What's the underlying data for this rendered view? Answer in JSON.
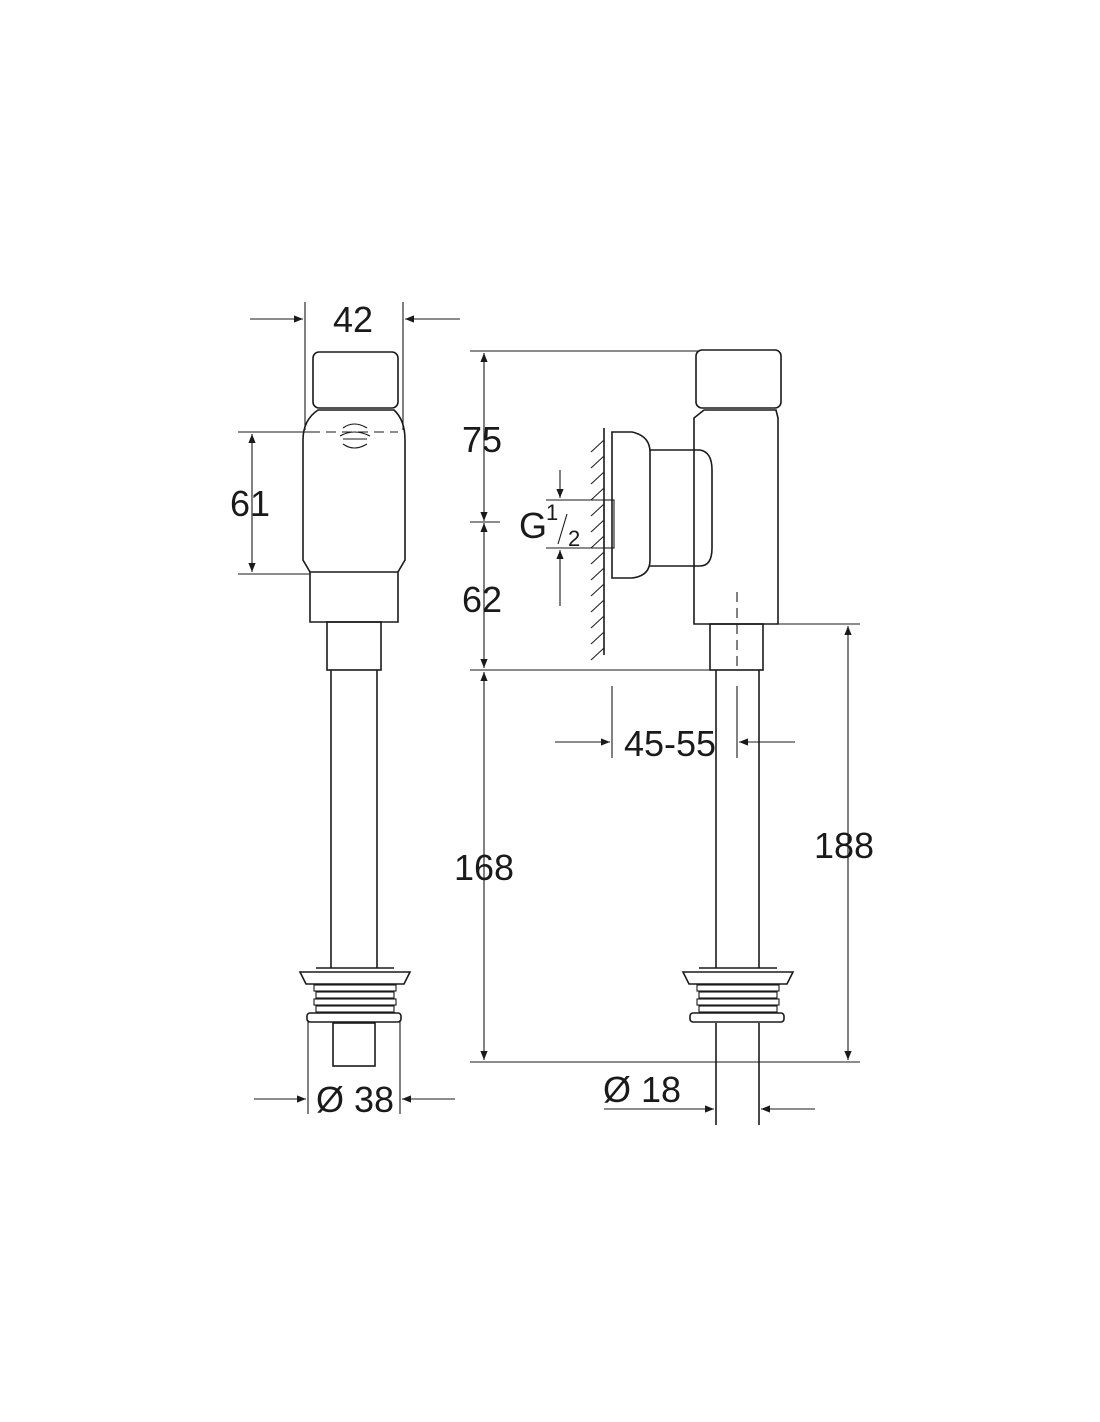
{
  "dimensions": {
    "width_42": "42",
    "height_61": "61",
    "height_75": "75",
    "thread_label": "G",
    "thread_num": "1",
    "thread_den": "2",
    "height_62": "62",
    "range_45_55": "45-55",
    "height_168": "168",
    "height_188": "188",
    "diameter_38": "Ø 38",
    "diameter_18": "Ø 18"
  },
  "colors": {
    "line": "#1a1a1a",
    "background": "#ffffff"
  },
  "icons": {
    "brand_logo": "logo-icon"
  }
}
